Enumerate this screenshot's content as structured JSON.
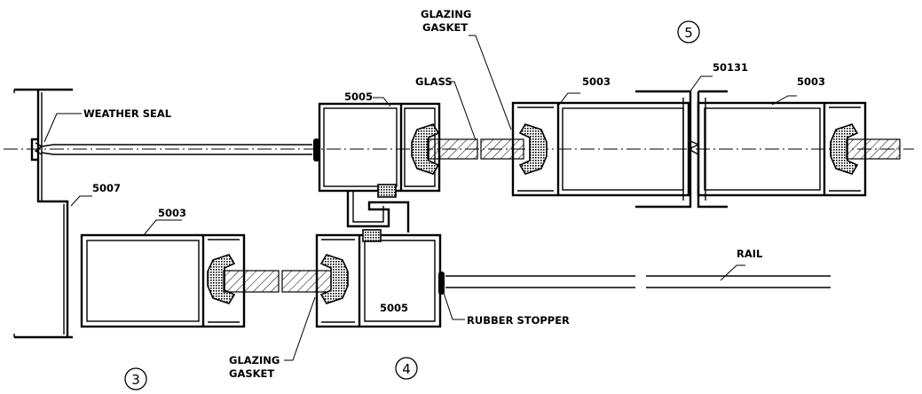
{
  "labels": {
    "weather_seal": "WEATHER SEAL",
    "profile_5005_top": "5005",
    "glass": "GLASS",
    "glazing_gasket_top_line1": "GLAZING",
    "glazing_gasket_top_line2": "GASKET",
    "profile_5003_mid": "5003",
    "profile_50131": "50131",
    "profile_5003_right": "5003",
    "profile_5007": "5007",
    "profile_5003_left": "5003",
    "profile_5005_bottom": "5005",
    "rail": "RAIL",
    "rubber_stopper": "RUBBER STOPPER",
    "glazing_gasket_bottom_line1": "GLAZING",
    "glazing_gasket_bottom_line2": "GASKET"
  },
  "callouts": {
    "panel_3": "3",
    "panel_4": "4",
    "panel_5": "5"
  },
  "colors": {
    "line": "#000000",
    "background": "#ffffff"
  }
}
